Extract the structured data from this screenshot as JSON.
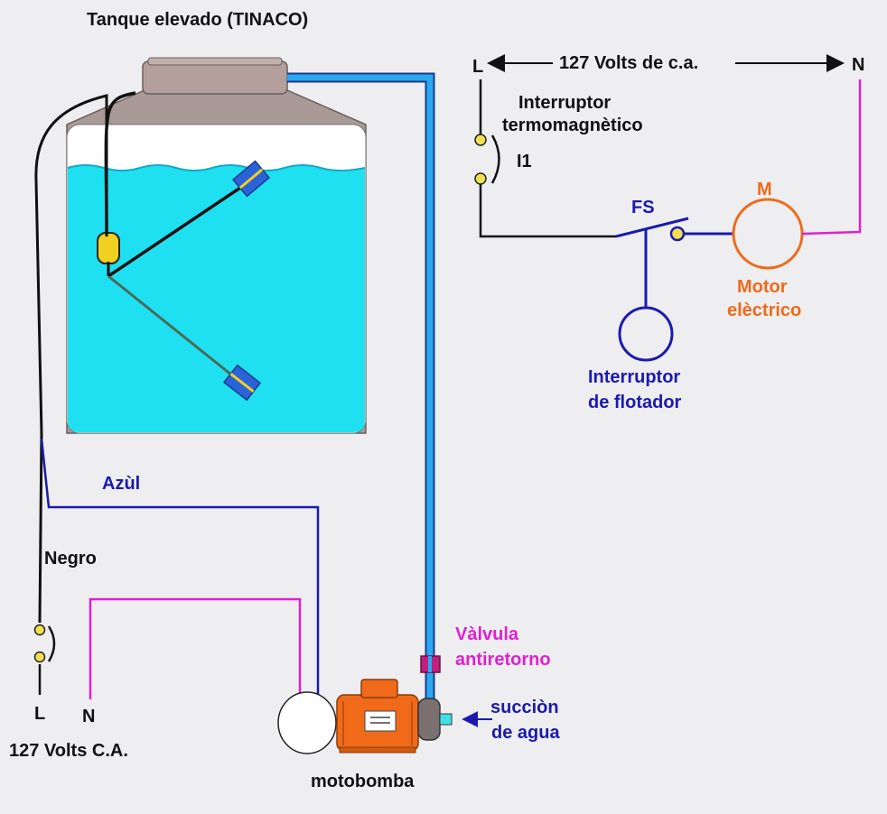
{
  "tank": {
    "title": "Tanque elevado (TINACO)"
  },
  "left_circuit": {
    "wire_blue_label": "Azùl",
    "wire_black_label": "Negro",
    "line_label": "L",
    "neutral_label": "N",
    "supply_label": "127 Volts C.A."
  },
  "pump": {
    "label": "motobomba",
    "valve_label_line1": "Vàlvula",
    "valve_label_line2": "antiretorno",
    "suction_label_line1": "succiòn",
    "suction_label_line2": "de agua"
  },
  "schematic": {
    "line_label": "L",
    "neutral_label": "N",
    "voltage_label": "127 Volts de c.a.",
    "breaker_label_line1": "Interruptor",
    "breaker_label_line2": "termomagnètico",
    "breaker_id": "I1",
    "float_switch_id": "FS",
    "float_label_line1": "Interruptor",
    "float_label_line2": "de flotador",
    "motor_id": "M",
    "motor_label_line1": "Motor",
    "motor_label_line2": "elèctrico"
  },
  "colors": {
    "background": "#eeeef0",
    "water": "#1ee0f0",
    "tank_body": "#a99a98",
    "pipe": "#2aa8f0",
    "wire_black": "#111111",
    "wire_blue": "#1a1ab0",
    "wire_magenta": "#e020d0",
    "motor_orange": "#f06a1a",
    "float_blue": "#2a63d8"
  }
}
